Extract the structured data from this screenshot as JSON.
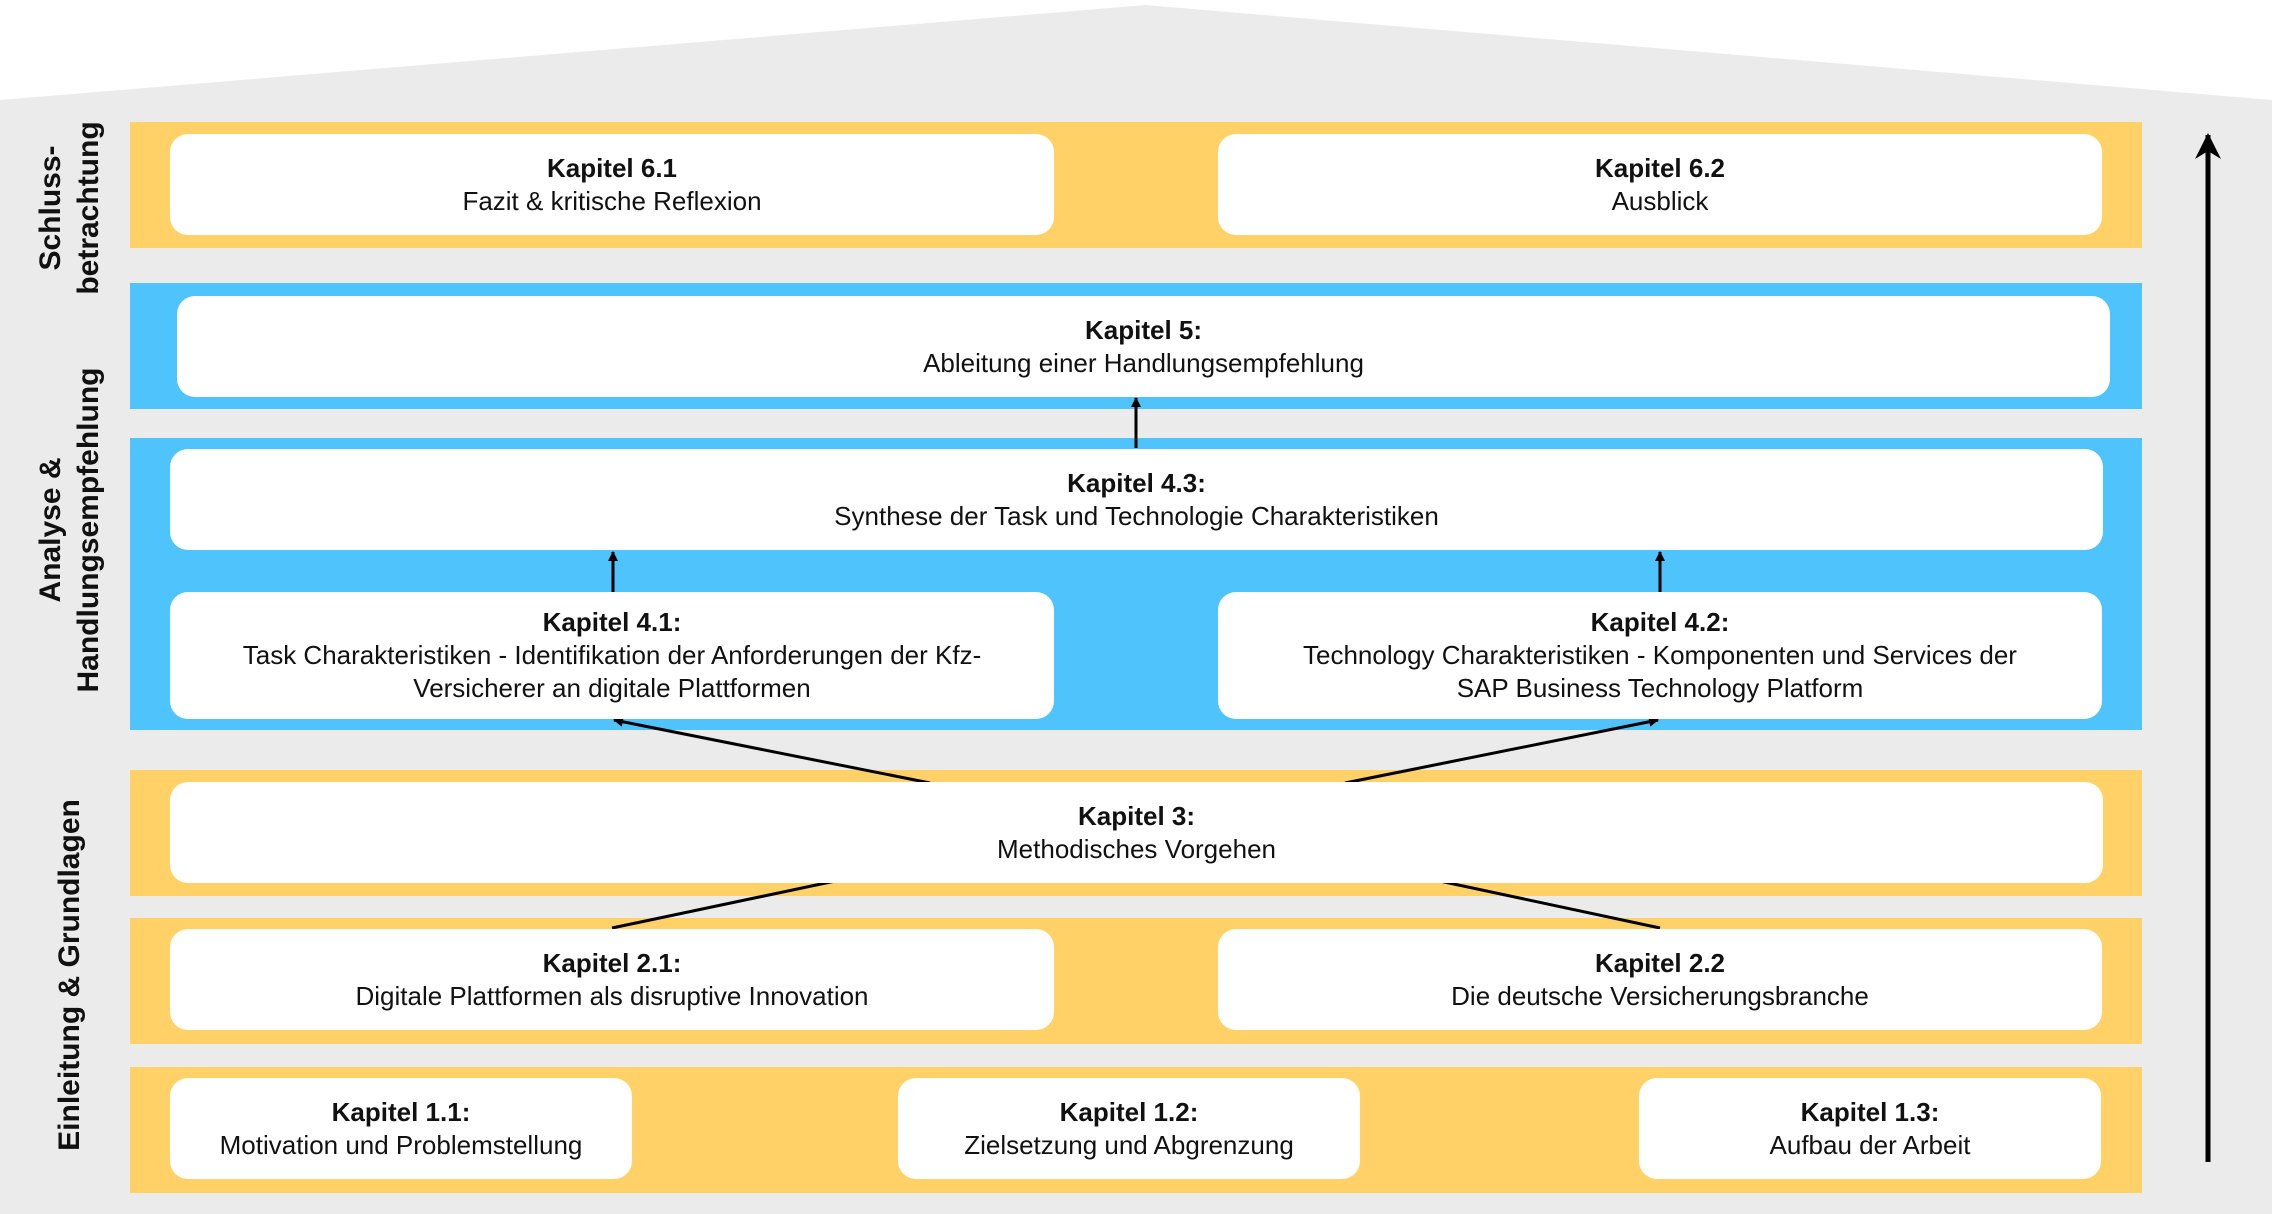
{
  "sections": {
    "conclusion": "Schluss-\nbetrachtung",
    "analysis": "Analyse &\nHandlungsempfehlung",
    "intro": "Einleitung & Grundlagen"
  },
  "chapters": {
    "k61": {
      "title": "Kapitel 6.1",
      "text": "Fazit & kritische Reflexion"
    },
    "k62": {
      "title": "Kapitel 6.2",
      "text": "Ausblick"
    },
    "k5": {
      "title": "Kapitel 5:",
      "text": "Ableitung einer Handlungsempfehlung"
    },
    "k43": {
      "title": "Kapitel 4.3:",
      "text": "Synthese der Task und Technologie Charakteristiken"
    },
    "k41": {
      "title": "Kapitel 4.1:",
      "text": "Task Charakteristiken - Identifikation der Anforderungen der Kfz-Versicherer an digitale Plattformen"
    },
    "k42": {
      "title": "Kapitel 4.2:",
      "text": "Technology Charakteristiken - Komponenten und Services der SAP Business Technology Platform"
    },
    "k3": {
      "title": "Kapitel 3:",
      "text": "Methodisches Vorgehen"
    },
    "k21": {
      "title": "Kapitel 2.1:",
      "text": "Digitale Plattformen als disruptive Innovation"
    },
    "k22": {
      "title": "Kapitel 2.2",
      "text": "Die deutsche Versicherungsbranche"
    },
    "k11": {
      "title": "Kapitel 1.1:",
      "text": "Motivation und Problemstellung"
    },
    "k12": {
      "title": "Kapitel 1.2:",
      "text": "Zielsetzung und Abgrenzung"
    },
    "k13": {
      "title": "Kapitel 1.3:",
      "text": "Aufbau der Arbeit"
    }
  },
  "colors": {
    "house": "#EBEBEB",
    "yellow": "#FFD166",
    "blue": "#4FC3FC",
    "box": "#FFFFFF"
  }
}
